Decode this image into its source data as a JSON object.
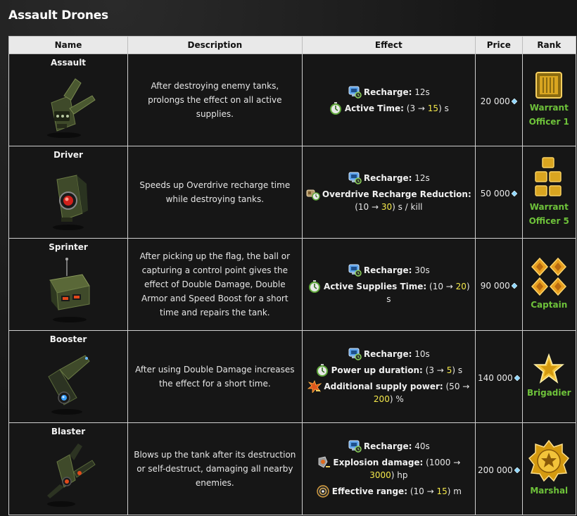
{
  "page": {
    "title": "Assault Drones"
  },
  "columns": [
    "Name",
    "Description",
    "Effect",
    "Price",
    "Rank"
  ],
  "rows": [
    {
      "name": "Assault",
      "drone_icon": "assault-drone-icon",
      "description": "After destroying enemy tanks, prolongs the effect on all active supplies.",
      "effects": [
        {
          "icon": "recharge-icon",
          "label": "Recharge:",
          "pre": " 12s",
          "hl": "",
          "post": ""
        },
        {
          "icon": "stopwatch-icon",
          "label": "Active Time:",
          "pre": " (3 → ",
          "hl": "15",
          "post": ") s"
        }
      ],
      "price": "20 000",
      "rank_icon": "warrant-officer-1-icon",
      "rank_name": "Warrant Officer 1"
    },
    {
      "name": "Driver",
      "drone_icon": "driver-drone-icon",
      "description": "Speeds up Overdrive recharge time while destroying tanks.",
      "effects": [
        {
          "icon": "recharge-icon",
          "label": "Recharge:",
          "pre": " 12s",
          "hl": "",
          "post": ""
        },
        {
          "icon": "overdrive-icon",
          "label": "Overdrive Recharge Reduction:",
          "pre": " (10 → ",
          "hl": "30",
          "post": ") s / kill"
        }
      ],
      "price": "50 000",
      "rank_icon": "warrant-officer-5-icon",
      "rank_name": "Warrant Officer 5"
    },
    {
      "name": "Sprinter",
      "drone_icon": "sprinter-drone-icon",
      "description": "After picking up the flag, the ball or capturing a control point gives the effect of Double Damage, Double Armor and Speed Boost for a short time and repairs the tank.",
      "effects": [
        {
          "icon": "recharge-icon",
          "label": "Recharge:",
          "pre": " 30s",
          "hl": "",
          "post": ""
        },
        {
          "icon": "stopwatch-icon",
          "label": "Active Supplies Time:",
          "pre": " (10 → ",
          "hl": "20",
          "post": ") s"
        }
      ],
      "price": "90 000",
      "rank_icon": "captain-icon",
      "rank_name": "Captain"
    },
    {
      "name": "Booster",
      "drone_icon": "booster-drone-icon",
      "description": "After using Double Damage increases the effect for a short time.",
      "effects": [
        {
          "icon": "recharge-icon",
          "label": "Recharge:",
          "pre": " 10s",
          "hl": "",
          "post": ""
        },
        {
          "icon": "stopwatch-icon",
          "label": "Power up duration:",
          "pre": " (3 → ",
          "hl": "5",
          "post": ") s"
        },
        {
          "icon": "supply-power-icon",
          "label": "Additional supply power:",
          "pre": " (50 → ",
          "hl": "200",
          "post": ") %"
        }
      ],
      "price": "140 000",
      "rank_icon": "brigadier-icon",
      "rank_name": "Brigadier"
    },
    {
      "name": "Blaster",
      "drone_icon": "blaster-drone-icon",
      "description": "Blows up the tank after its destruction or self-destruct, damaging all nearby enemies.",
      "effects": [
        {
          "icon": "recharge-icon",
          "label": "Recharge:",
          "pre": " 40s",
          "hl": "",
          "post": ""
        },
        {
          "icon": "explosion-damage-icon",
          "label": "Explosion damage:",
          "pre": " (1000 → ",
          "hl": "3000",
          "post": ") hp"
        },
        {
          "icon": "range-icon",
          "label": "Effective range:",
          "pre": " (10 → ",
          "hl": "15",
          "post": ") m"
        }
      ],
      "price": "200 000",
      "rank_icon": "marshal-icon",
      "rank_name": "Marshal"
    }
  ],
  "colors": {
    "rank_green": "#6ec23a",
    "highlight_yellow": "#f5e94b",
    "header_bg": "#e9e9e9"
  }
}
